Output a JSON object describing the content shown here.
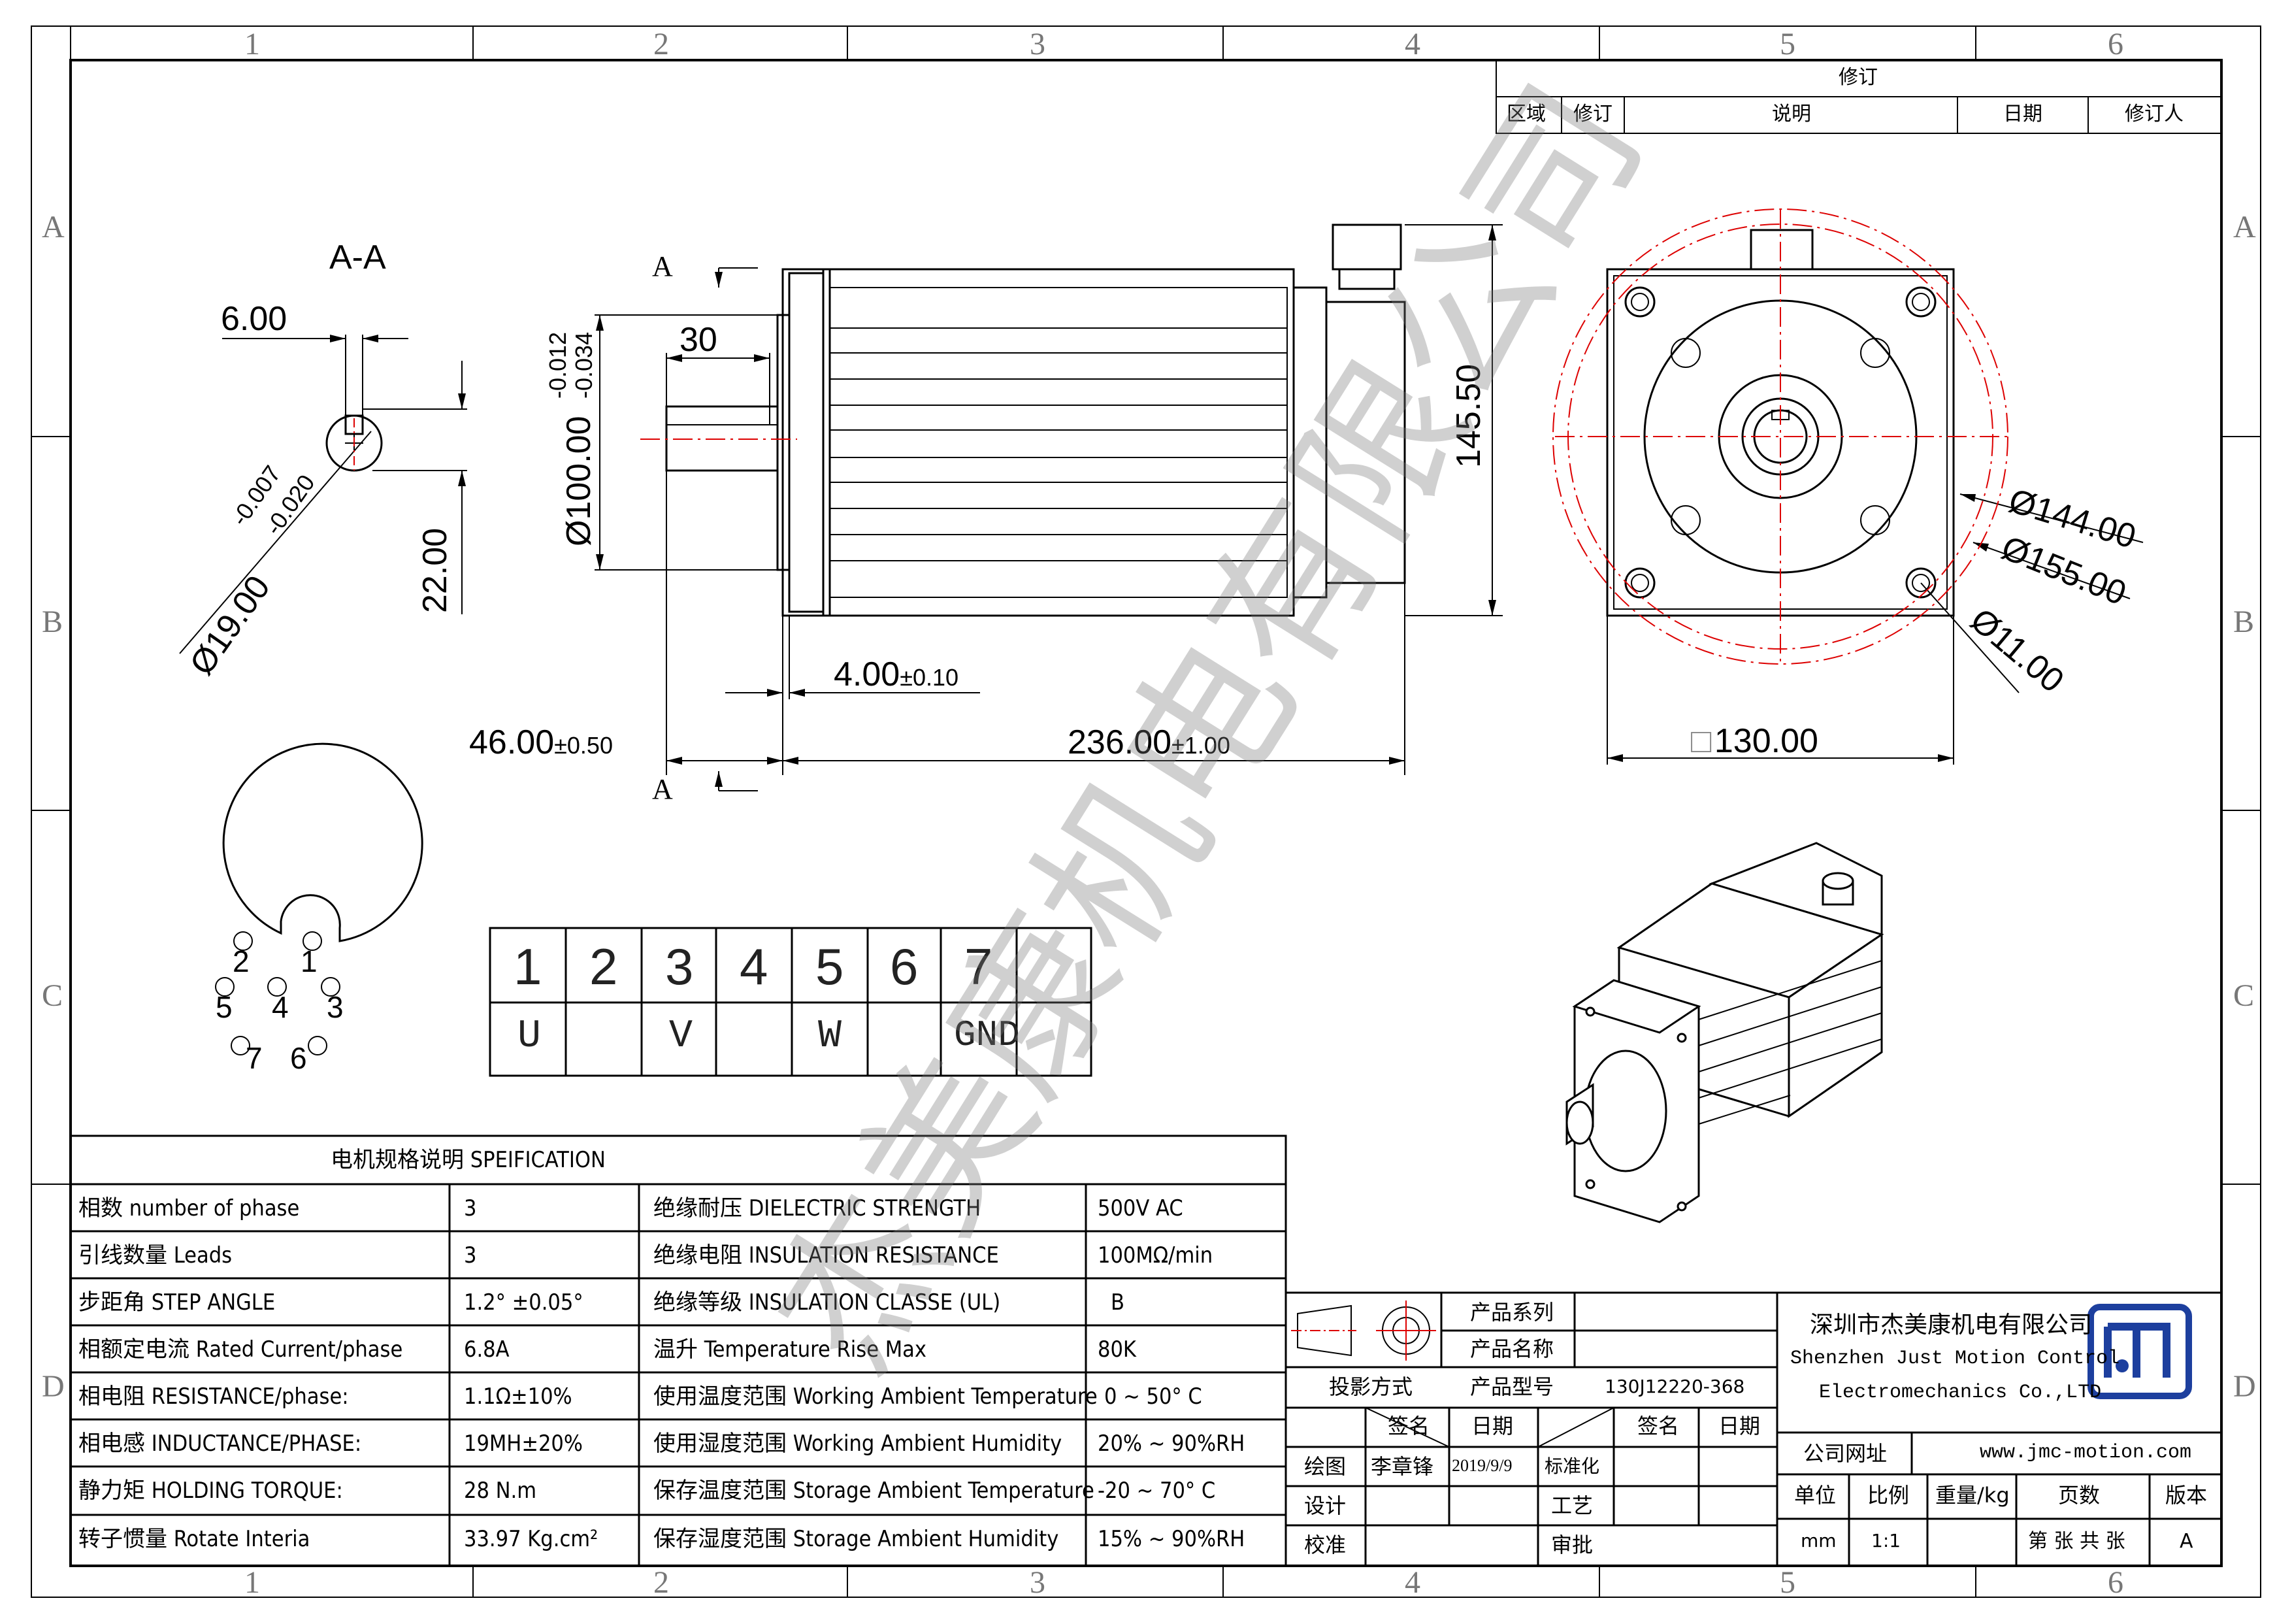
{
  "sheet": {
    "zones_columns": [
      "1",
      "2",
      "3",
      "4",
      "5",
      "6"
    ],
    "zones_rows": [
      "A",
      "B",
      "C",
      "D"
    ]
  },
  "revision": {
    "title": "修订",
    "headers": [
      "区域",
      "修订",
      "说明",
      "日期",
      "修订人"
    ]
  },
  "section_view": {
    "label": "A-A",
    "key_width": "6.00",
    "key_depth": "22.00",
    "shaft_dia": "Ø19.00",
    "shaft_tol_upper": "-0.007",
    "shaft_tol_lower": "-0.020"
  },
  "side_view": {
    "section_mark_top": "A",
    "section_mark_bottom": "A",
    "key_length": "30",
    "pilot_dia": "Ø100.00",
    "pilot_tol_upper": "-0.012",
    "pilot_tol_lower": "-0.034",
    "height": "145.50",
    "flange_thickness": "4.00",
    "flange_thickness_tol": "±0.10",
    "shaft_length": "46.00",
    "shaft_length_tol": "±0.50",
    "body_length": "236.00",
    "body_length_tol": "±1.00"
  },
  "front_view": {
    "dia_1": "Ø144.00",
    "dia_2": "Ø155.00",
    "dia_3": "Ø11.00",
    "square_symbol": "□",
    "square": "130.00"
  },
  "connector": {
    "pins": [
      "1",
      "2",
      "3",
      "4",
      "5",
      "6",
      "7"
    ]
  },
  "pin_table": {
    "numbers": [
      "1",
      "2",
      "3",
      "4",
      "5",
      "6",
      "7"
    ],
    "signals": [
      "U",
      "",
      "V",
      "",
      "W",
      "",
      "GND"
    ]
  },
  "spec_table": {
    "title": "电机规格说明 SPEIFICATION",
    "rows": [
      {
        "left_label": "相数 number of phase",
        "left_value": "3",
        "right_label": "绝缘耐压 DIELECTRIC STRENGTH",
        "right_value": "500V AC"
      },
      {
        "left_label": "引线数量 Leads",
        "left_value": "3",
        "right_label": "绝缘电阻 INSULATION RESISTANCE",
        "right_value": "100MΩ/min"
      },
      {
        "left_label": "步距角 STEP ANGLE",
        "left_value": "1.2° ±0.05°",
        "right_label": "绝缘等级 INSULATION CLASSE (UL)",
        "right_value": "B"
      },
      {
        "left_label": "相额定电流 Rated Current/phase",
        "left_value": "6.8A",
        "right_label": "温升 Temperature Rise Max",
        "right_value": "80K"
      },
      {
        "left_label": "相电阻 RESISTANCE/phase:",
        "left_value": "1.1Ω±10%",
        "right_label": "使用温度范围 Working Ambient Temperature",
        "right_value": "0 ~ 50° C"
      },
      {
        "left_label": "相电感 INDUCTANCE/PHASE:",
        "left_value": "19MH±20%",
        "right_label": "使用湿度范围 Working Ambient Humidity",
        "right_value": "20% ~ 90%RH"
      },
      {
        "left_label": "静力矩 HOLDING TORQUE:",
        "left_value": "28 N.m",
        "right_label": "保存温度范围 Storage Ambient Temperature",
        "right_value": "-20 ~ 70° C"
      },
      {
        "left_label": "转子惯量 Rotate Interia",
        "left_value": "33.97 Kg.cm²",
        "right_label": "保存湿度范围 Storage Ambient Humidity",
        "right_value": "15% ~ 90%RH"
      }
    ]
  },
  "title_block": {
    "product_series_label": "产品系列",
    "product_name_label": "产品名称",
    "product_model_label": "产品型号",
    "product_model": "130J12220-368",
    "projection_label": "投影方式",
    "sign_label": "签名",
    "date_label": "日期",
    "sign_label_2": "签名",
    "date_label_2": "日期",
    "drawn_label": "绘图",
    "drawn_by": "李章锋",
    "drawn_date": "2019/9/9",
    "standard_label": "标准化",
    "design_label": "设计",
    "process_label": "工艺",
    "check_label": "校准",
    "approve_label": "审批",
    "company_cn": "深圳市杰美康机电有限公司",
    "company_en_1": "Shenzhen Just Motion Control",
    "company_en_2": "Electromechanics Co.,LTD",
    "website_label": "公司网址",
    "website": "www.jmc-motion.com",
    "unit_label": "单位",
    "scale_label": "比例",
    "weight_label": "重量/kg",
    "pages_label": "页数",
    "version_label": "版本",
    "unit": "mm",
    "scale": "1:1",
    "pages": "第 张 共 张",
    "version": "A",
    "logo_color": "#1d3f9e"
  },
  "watermark": "杰美康机电有限公司"
}
